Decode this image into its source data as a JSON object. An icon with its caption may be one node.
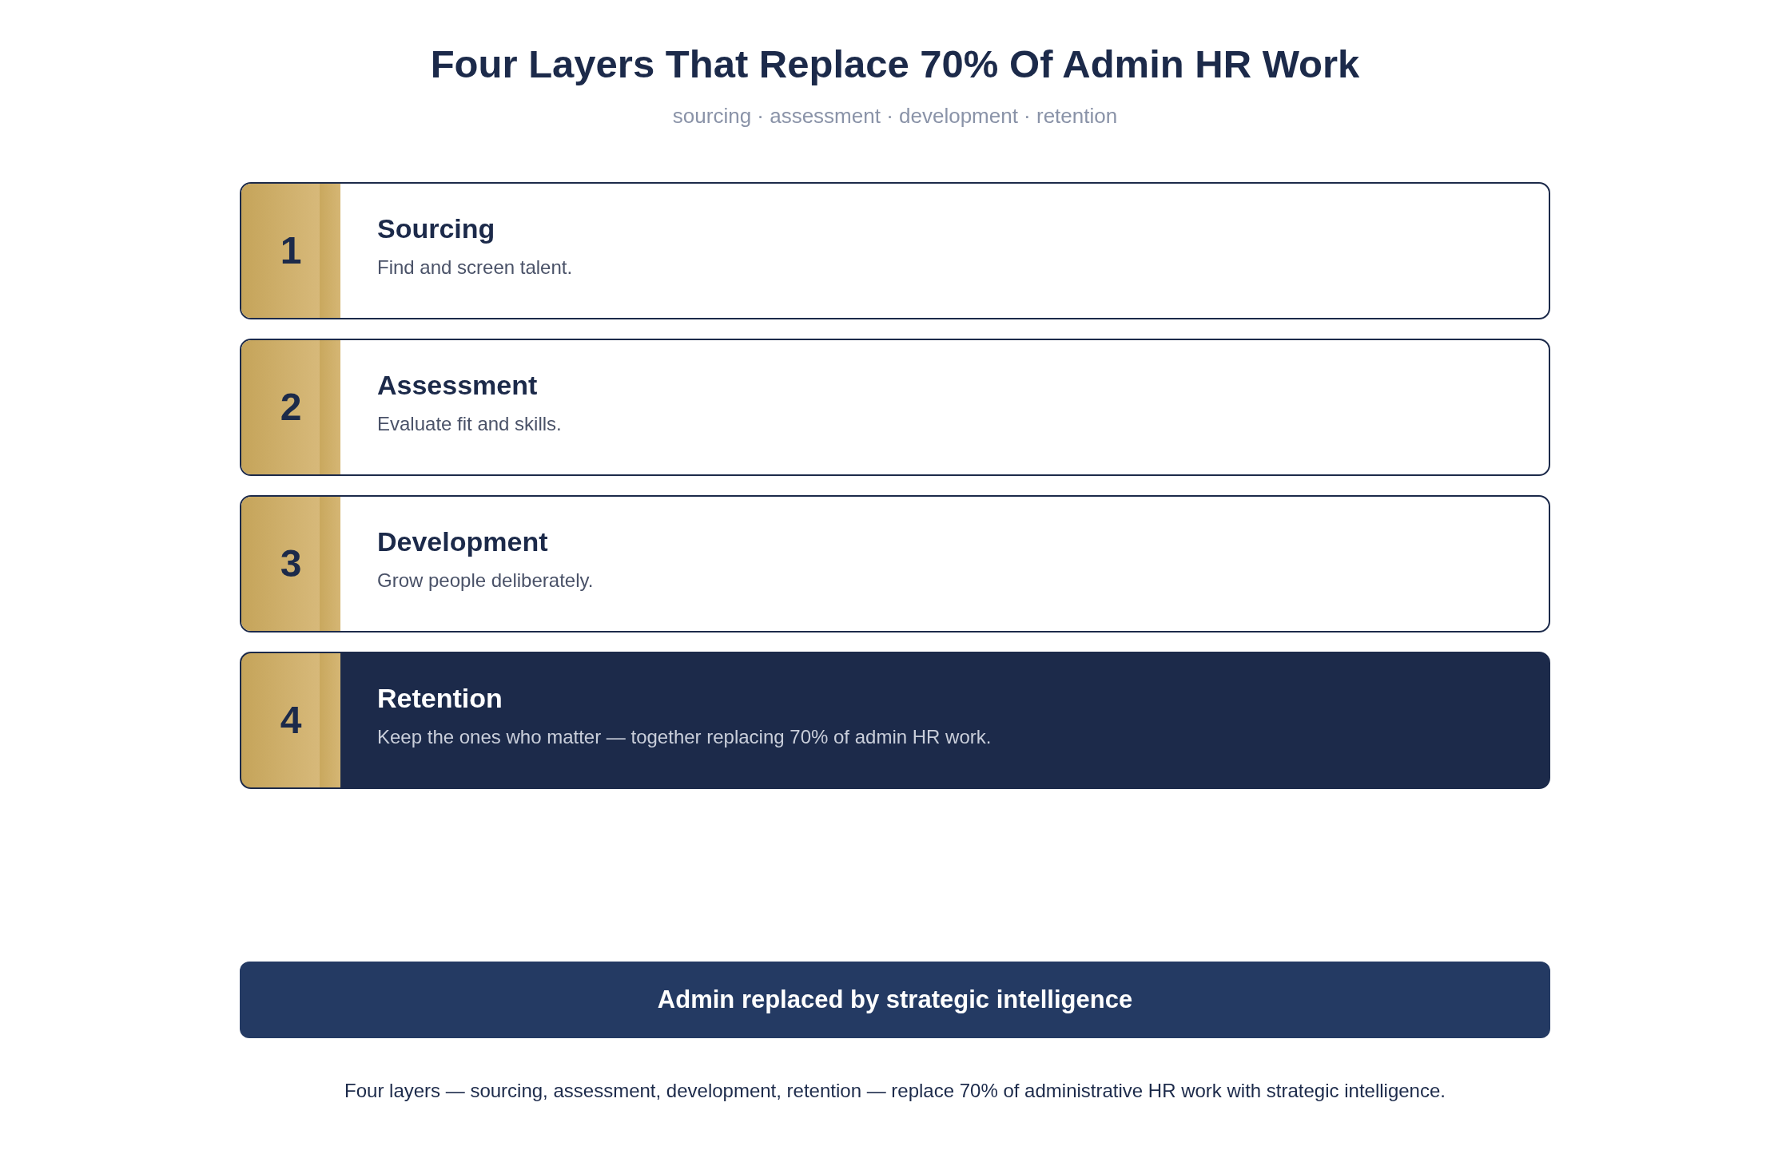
{
  "diagram": {
    "title": "Four Layers That Replace 70% Of Admin HR Work",
    "caption": "Four layers — sourcing, assessment, development, retention — replace 70% of administrative HR work with strategic intelligence.",
    "nodes": [
      {
        "text": [
          "Sourcing",
          "Find and screen talent."
        ]
      },
      {
        "text": [
          "1"
        ],
        "in": 0
      },
      {
        "text": [
          "Assessment",
          "Evaluate fit and skills."
        ]
      },
      {
        "text": [
          "2"
        ],
        "in": 2
      },
      {
        "text": [
          "Development",
          "Grow people deliberately."
        ]
      },
      {
        "text": [
          "3"
        ],
        "in": 4
      },
      {
        "text": [
          "Retention",
          "Keep the ones who matter — together replacing 70% of admin HR work."
        ]
      },
      {
        "text": [
          "4"
        ],
        "in": 6
      },
      {
        "text": [
          "Admin replaced by strategic intelligence"
        ]
      }
    ],
    "labels": [
      "sourcing · assessment · development · retention"
    ]
  }
}
